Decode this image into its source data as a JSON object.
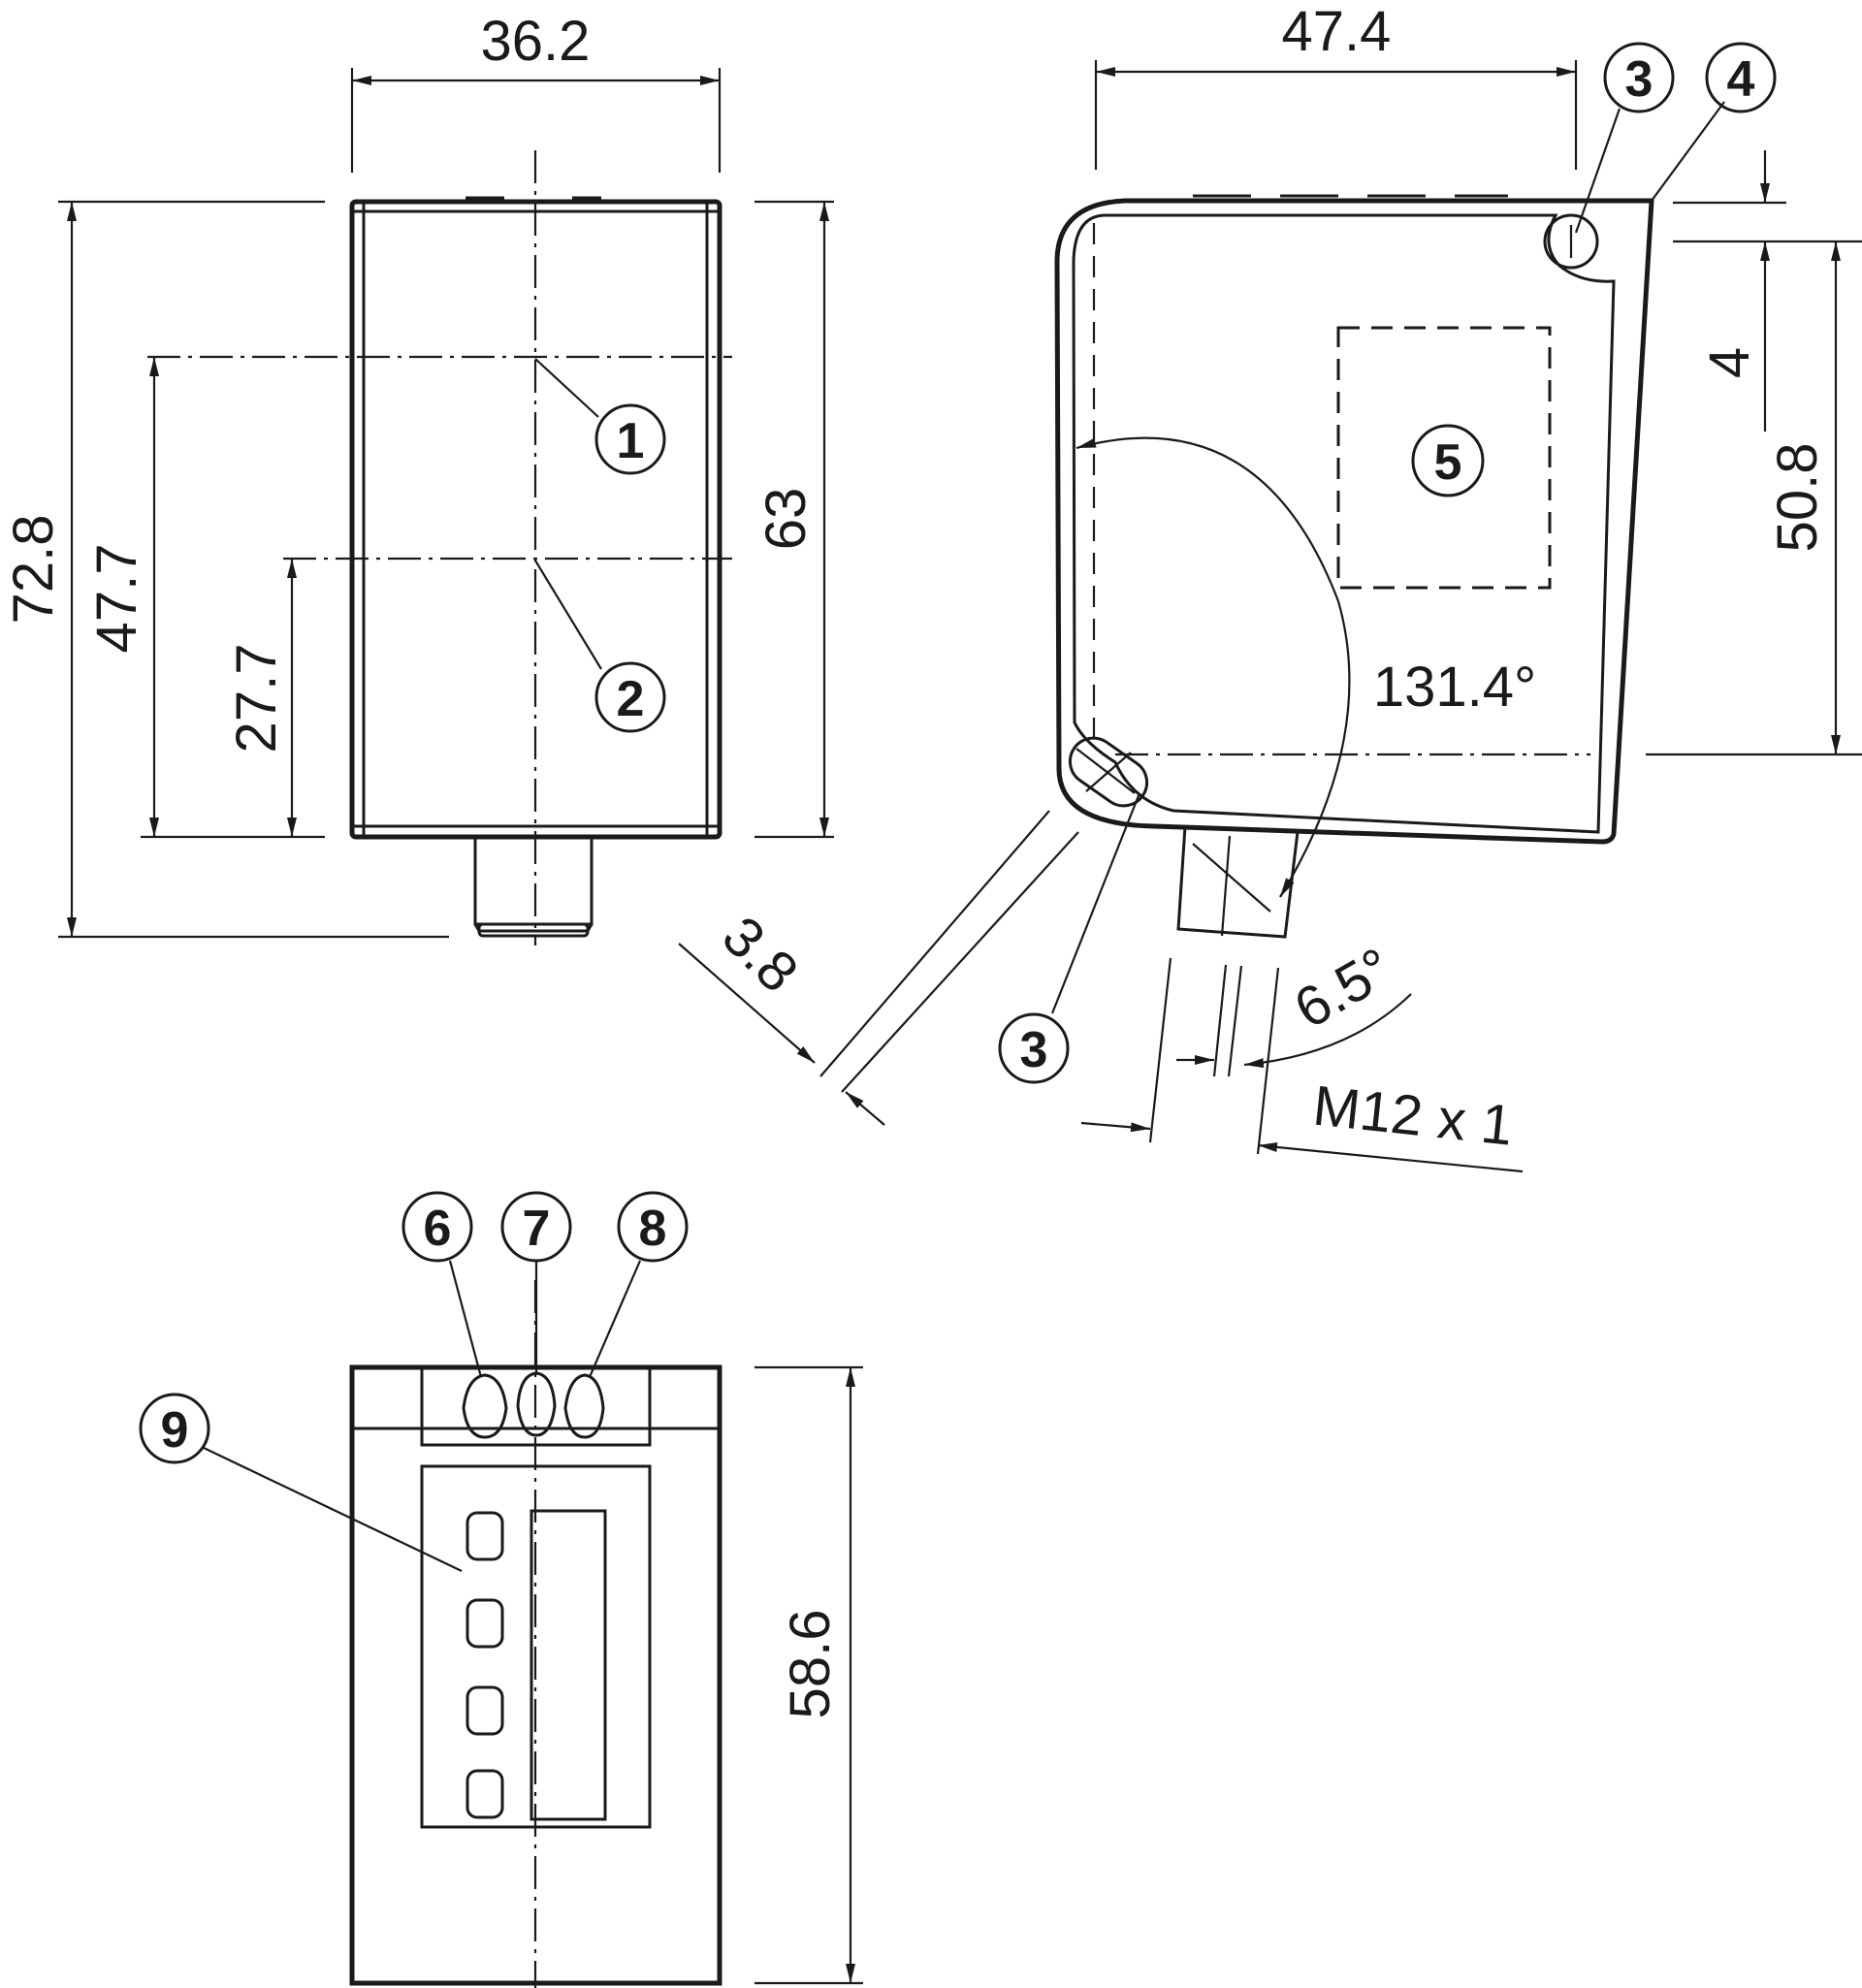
{
  "dimensions": {
    "front_width": "36.2",
    "total_height": "72.8",
    "axis1_height": "47.7",
    "axis2_height": "27.7",
    "body_height": "63",
    "side_width": "47.4",
    "hole_offset": "4",
    "hole_spacing": "50.8",
    "angle": "131.4°",
    "slot_width": "3.8",
    "connector_angle": "6.5°",
    "thread": "M12 x 1",
    "bottom_height": "58.6"
  },
  "callouts": {
    "c1": "1",
    "c2": "2",
    "c3": "3",
    "c4": "4",
    "c5": "5",
    "c6": "6",
    "c7": "7",
    "c8": "8",
    "c9": "9"
  },
  "colors": {
    "line": "#1a1a1a",
    "background": "#ffffff"
  }
}
